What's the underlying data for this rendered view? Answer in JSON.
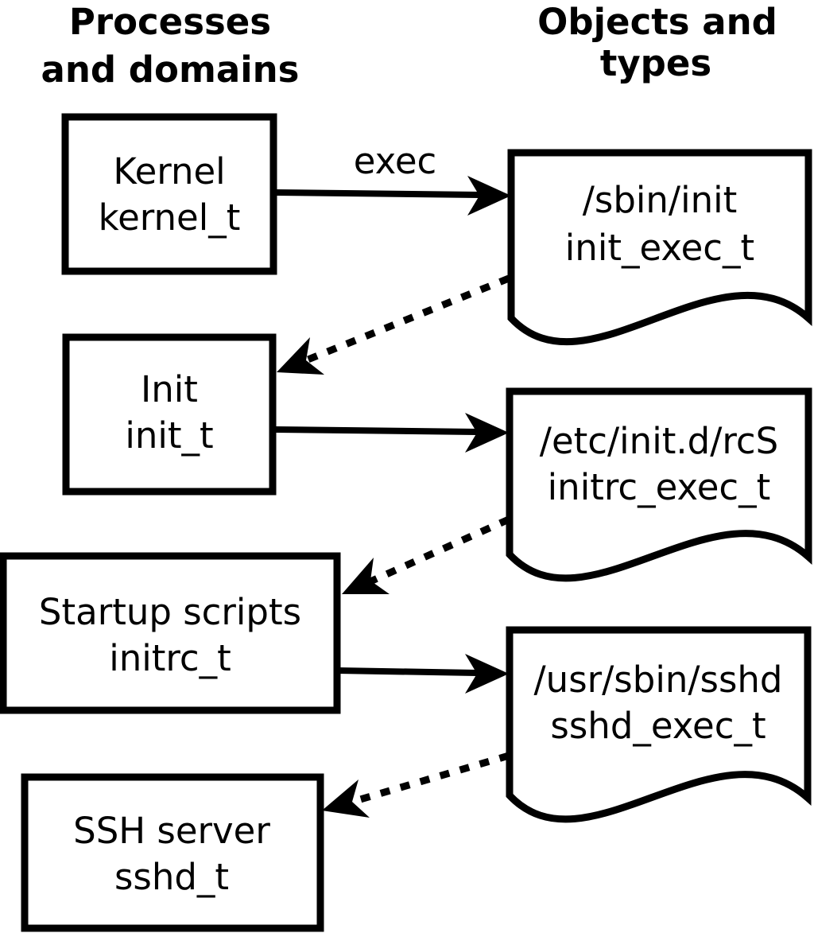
{
  "page": {
    "background": "#ffffff",
    "ink": "#000000"
  },
  "headers": {
    "left": {
      "line1": "Processes",
      "line2": "and domains"
    },
    "right": {
      "line1": "Objects and",
      "line2": "types"
    }
  },
  "processes": [
    {
      "label": "Kernel",
      "domain": "kernel_t"
    },
    {
      "label": "Init",
      "domain": "init_t"
    },
    {
      "label": "Startup scripts",
      "domain": "initrc_t"
    },
    {
      "label": "SSH server",
      "domain": "sshd_t"
    }
  ],
  "objects": [
    {
      "path": "/sbin/init",
      "type": "init_exec_t"
    },
    {
      "path": "/etc/init.d/rcS",
      "type": "initrc_exec_t"
    },
    {
      "path": "/usr/sbin/sshd",
      "type": "sshd_exec_t"
    }
  ],
  "arrows": {
    "exec_label": "exec"
  }
}
